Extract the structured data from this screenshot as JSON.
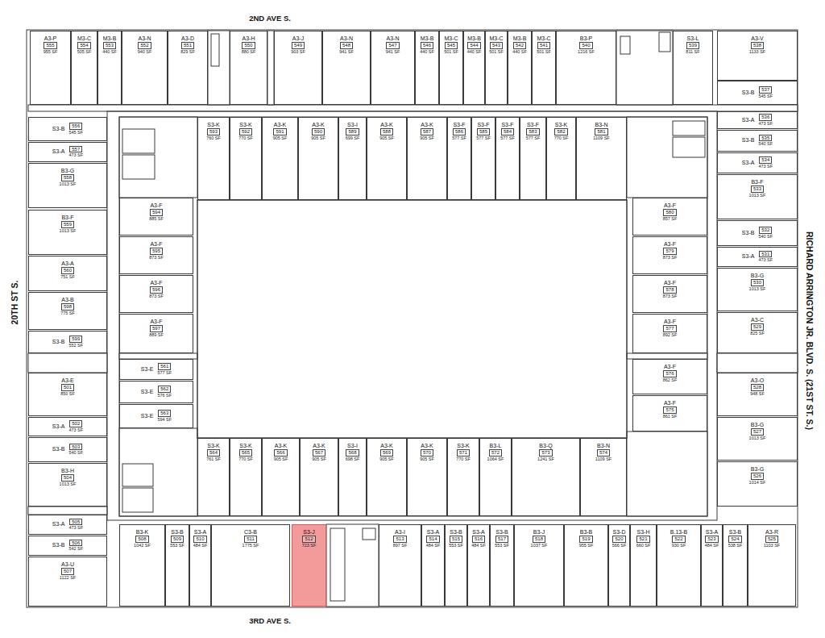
{
  "diagram": {
    "nodes": [
      {
        "text": [
          "A3-P",
          "555",
          "955 SF"
        ]
      },
      {
        "text": [
          "M3-C",
          "554",
          "505 SF"
        ]
      },
      {
        "text": [
          "M3-B",
          "553",
          "440 SF"
        ]
      },
      {
        "text": [
          "A3-N",
          "552",
          "940 SF"
        ]
      },
      {
        "text": [
          "A3-D",
          "551",
          "829 SF"
        ]
      },
      {
        "text": [
          "A3-H",
          "550",
          "880 SF"
        ]
      },
      {
        "text": [
          "A3-J",
          "549",
          "903 SF"
        ]
      },
      {
        "text": [
          "A3-N",
          "548",
          "941 SF"
        ]
      },
      {
        "text": [
          "A3-N",
          "547",
          "941 SF"
        ]
      },
      {
        "text": [
          "M3-B",
          "546",
          "440 SF"
        ]
      },
      {
        "text": [
          "M3-C",
          "545",
          "501 SF"
        ]
      },
      {
        "text": [
          "M3-B",
          "544",
          "440 SF"
        ]
      },
      {
        "text": [
          "M3-C",
          "543",
          "501 SF"
        ]
      },
      {
        "text": [
          "M3-B",
          "542",
          "440 SF"
        ]
      },
      {
        "text": [
          "M3-C",
          "541",
          "501 SF"
        ]
      },
      {
        "text": [
          "B3-P",
          "540",
          "1216 SF"
        ]
      },
      {
        "text": [
          "S3-L",
          "539",
          "811 SF"
        ]
      },
      {
        "text": [
          "A3-V",
          "538",
          "1133 SF"
        ]
      },
      {
        "text": [
          "S3-B",
          "537",
          "545 SF"
        ]
      },
      {
        "text": [
          "S3-A",
          "536",
          "473 SF"
        ]
      },
      {
        "text": [
          "S3-B",
          "535",
          "540 SF"
        ]
      },
      {
        "text": [
          "S3-A",
          "534",
          "473 SF"
        ]
      },
      {
        "text": [
          "B3-F",
          "533",
          "1013 SF"
        ]
      },
      {
        "text": [
          "S3-B",
          "532",
          "540 SF"
        ]
      },
      {
        "text": [
          "S3-A",
          "531",
          "473 SF"
        ]
      },
      {
        "text": [
          "B3-G",
          "530",
          "1013 SF"
        ]
      },
      {
        "text": [
          "A3-C",
          "529",
          "825 SF"
        ]
      },
      {
        "text": [
          "A3-O",
          "528",
          "948 SF"
        ]
      },
      {
        "text": [
          "B3-G",
          "527",
          "1013 SF"
        ]
      },
      {
        "text": [
          "B3-G",
          "526",
          "1014 SF"
        ]
      },
      {
        "text": [
          "S3-B",
          "556",
          "545 SF"
        ]
      },
      {
        "text": [
          "S3-A",
          "557",
          "473 SF"
        ]
      },
      {
        "text": [
          "B3-G",
          "558",
          "1013 SF"
        ]
      },
      {
        "text": [
          "B3-F",
          "559",
          "1013 SF"
        ]
      },
      {
        "text": [
          "A3-A",
          "560",
          "751 SF"
        ]
      },
      {
        "text": [
          "A3-B",
          "598",
          "775 SF"
        ]
      },
      {
        "text": [
          "S3-B",
          "599",
          "552 SF"
        ]
      },
      {
        "text": [
          "A3-E",
          "501",
          "850 SF"
        ]
      },
      {
        "text": [
          "S3-A",
          "502",
          "473 SF"
        ]
      },
      {
        "text": [
          "S3-B",
          "503",
          "540 SF"
        ]
      },
      {
        "text": [
          "B3-H",
          "504",
          "1013 SF"
        ]
      },
      {
        "text": [
          "S3-A",
          "505",
          "473 SF"
        ]
      },
      {
        "text": [
          "S3-B",
          "506",
          "542 SF"
        ]
      },
      {
        "text": [
          "A3-U",
          "507",
          "1122 SF"
        ]
      },
      {
        "text": [
          "S3-K",
          "593",
          "760 SF"
        ]
      },
      {
        "text": [
          "S3-K",
          "592",
          "770 SF"
        ]
      },
      {
        "text": [
          "A3-K",
          "591",
          "905 SF"
        ]
      },
      {
        "text": [
          "A3-K",
          "590",
          "905 SF"
        ]
      },
      {
        "text": [
          "S3-I",
          "589",
          "699 SF"
        ]
      },
      {
        "text": [
          "A3-K",
          "588",
          "905 SF"
        ]
      },
      {
        "text": [
          "A3-K",
          "587",
          "905 SF"
        ]
      },
      {
        "text": [
          "S3-F",
          "586",
          "577 SF"
        ]
      },
      {
        "text": [
          "S3-F",
          "585",
          "577 SF"
        ]
      },
      {
        "text": [
          "S3-F",
          "584",
          "577 SF"
        ]
      },
      {
        "text": [
          "S3-F",
          "583",
          "577 SF"
        ]
      },
      {
        "text": [
          "S3-K",
          "582",
          "770 SF"
        ]
      },
      {
        "text": [
          "B3-N",
          "581",
          "1109 SF"
        ]
      },
      {
        "text": [
          "A3-F",
          "594",
          "885 SF"
        ]
      },
      {
        "text": [
          "A3-F",
          "595",
          "873 SF"
        ]
      },
      {
        "text": [
          "A3-F",
          "596",
          "873 SF"
        ]
      },
      {
        "text": [
          "A3-F",
          "597",
          "889 SF"
        ]
      },
      {
        "text": [
          "S3-E",
          "561",
          "577 SF"
        ]
      },
      {
        "text": [
          "S3-E",
          "562",
          "576 SF"
        ]
      },
      {
        "text": [
          "S3-E",
          "563",
          "594 SF"
        ]
      },
      {
        "text": [
          "A3-F",
          "580",
          "857 SF"
        ]
      },
      {
        "text": [
          "A3-F",
          "579",
          "873 SF"
        ]
      },
      {
        "text": [
          "A3-F",
          "578",
          "873 SF"
        ]
      },
      {
        "text": [
          "A3-F",
          "577",
          "892 SF"
        ]
      },
      {
        "text": [
          "A3-F",
          "576",
          "862 SF"
        ]
      },
      {
        "text": [
          "A3-F",
          "575",
          "861 SF"
        ]
      },
      {
        "text": [
          "S3-K",
          "564",
          "761 SF"
        ]
      },
      {
        "text": [
          "S3-K",
          "565",
          "770 SF"
        ]
      },
      {
        "text": [
          "A3-K",
          "566",
          "905 SF"
        ]
      },
      {
        "text": [
          "A3-K",
          "567",
          "905 SF"
        ]
      },
      {
        "text": [
          "S3-I",
          "568",
          "698 SF"
        ]
      },
      {
        "text": [
          "A3-K",
          "569",
          "905 SF"
        ]
      },
      {
        "text": [
          "A3-K",
          "570",
          "905 SF"
        ]
      },
      {
        "text": [
          "S3-K",
          "571",
          "770 SF"
        ]
      },
      {
        "text": [
          "B3-L",
          "572",
          "1064 SF"
        ]
      },
      {
        "text": [
          "B3-Q",
          "573",
          "1241 SF"
        ]
      },
      {
        "text": [
          "B3-N",
          "574",
          "1109 SF"
        ]
      },
      {
        "text": [
          "B3-K",
          "508",
          "1042 SF"
        ]
      },
      {
        "text": [
          "S3-B",
          "509",
          "553 SF"
        ]
      },
      {
        "text": [
          "S3-A",
          "510",
          "484 SF"
        ]
      },
      {
        "text": [
          "C3-B",
          "511",
          "1775 SF"
        ]
      },
      {
        "text": [
          "S3-J",
          "512",
          "723 SF"
        ]
      },
      {
        "text": [
          "A3-I",
          "513",
          "897 SF"
        ]
      },
      {
        "text": [
          "S3-A",
          "514",
          "484 SF"
        ]
      },
      {
        "text": [
          "S3-B",
          "515",
          "553 SF"
        ]
      },
      {
        "text": [
          "S3-A",
          "516",
          "484 SF"
        ]
      },
      {
        "text": [
          "S3-B",
          "517",
          "553 SF"
        ]
      },
      {
        "text": [
          "B3-J",
          "518",
          "1037 SF"
        ]
      },
      {
        "text": [
          "B3-B",
          "519",
          "955 SF"
        ]
      },
      {
        "text": [
          "S3-D",
          "520",
          "566 SF"
        ]
      },
      {
        "text": [
          "S3-H",
          "521",
          "660 SF"
        ]
      },
      {
        "text": [
          "B.13-B",
          "522",
          "930 SF"
        ]
      },
      {
        "text": [
          "S3-A",
          "523",
          "484 SF"
        ]
      },
      {
        "text": [
          "S3-B",
          "524",
          "538 SF"
        ]
      },
      {
        "text": [
          "A3-R",
          "525",
          "1103 SF"
        ]
      }
    ],
    "labels": [
      "2ND AVE S.",
      "3RD AVE S.",
      "20TH ST S.",
      "RICHARD ARRINGTON JR. BLVD. S. (21ST ST. S.)"
    ]
  }
}
